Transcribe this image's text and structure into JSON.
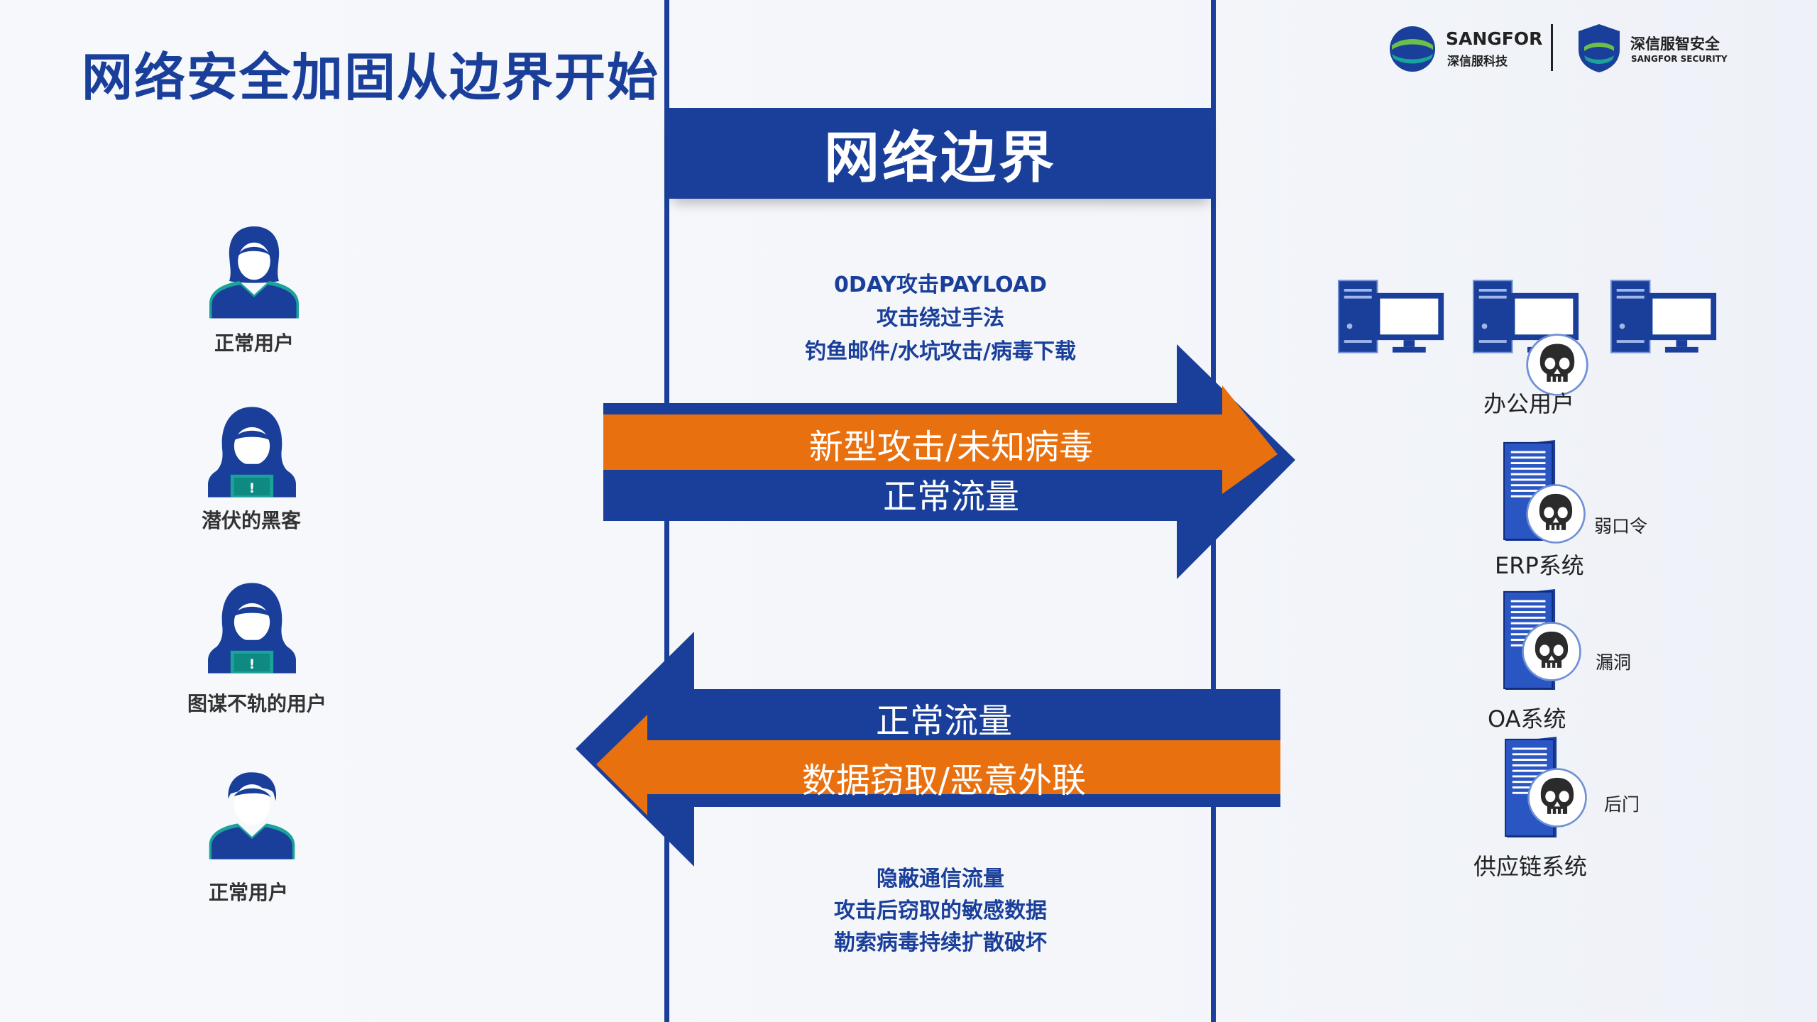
{
  "title": "网络安全加固从边界开始",
  "logos": {
    "sangfor_name": "SANGFOR",
    "sangfor_sub": "深信服科技",
    "security_name": "深信服智安全",
    "security_sub": "SANGFOR SECURITY"
  },
  "banner": "网络边界",
  "users": [
    {
      "label": "正常用户",
      "icon": "female-user-icon"
    },
    {
      "label": "潜伏的黑客",
      "icon": "hooded-hacker-icon"
    },
    {
      "label": "图谋不轨的用户",
      "icon": "hooded-hacker-icon"
    },
    {
      "label": "正常用户",
      "icon": "male-user-icon"
    }
  ],
  "inbound_threats": [
    "0DAY攻击PAYLOAD",
    "攻击绕过手法",
    "钓鱼邮件/水坑攻击/病毒下载"
  ],
  "inbound_arrow": {
    "malicious": "新型攻击/未知病毒",
    "normal": "正常流量"
  },
  "outbound_arrow": {
    "normal": "正常流量",
    "malicious": "数据窃取/恶意外联"
  },
  "outbound_threats": [
    "隐蔽通信流量",
    "攻击后窃取的敏感数据",
    "勒索病毒持续扩散破坏"
  ],
  "assets": {
    "office": "办公用户",
    "erp": {
      "label": "ERP系统",
      "vuln": "弱口令"
    },
    "oa": {
      "label": "OA系统",
      "vuln": "漏洞"
    },
    "supply": {
      "label": "供应链系统",
      "vuln": "后门"
    }
  },
  "colors": {
    "primary": "#1a3f9a",
    "accent": "#e8700f",
    "teal": "#1aa39a"
  }
}
